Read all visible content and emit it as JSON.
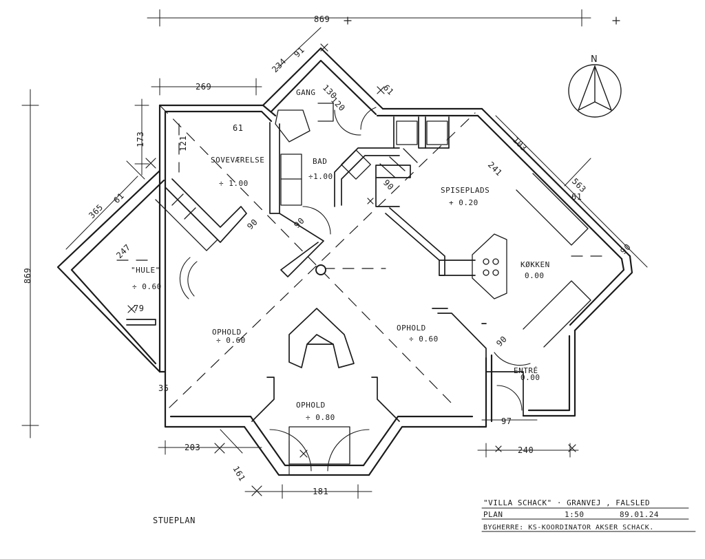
{
  "dimensions": {
    "top_width": "869",
    "left_height": "869",
    "d269": "269",
    "d173": "173",
    "d121": "121",
    "d61_bed": "61",
    "d234": "234",
    "d91": "91",
    "d130": "130",
    "d120": "120",
    "d61_gang": "61",
    "d103": "103",
    "d241": "241",
    "d563": "563",
    "d61_kitchen": "61",
    "d90_kitchen": "90",
    "d365": "365",
    "d61_hule": "61",
    "d247": "247",
    "d79": "79",
    "d35": "35",
    "d203": "203",
    "d161": "161",
    "d181": "181",
    "d97": "97",
    "d240": "240",
    "d90_door1": "90",
    "d90_door2": "90",
    "d90_door3": "90",
    "d90_stair": "90"
  },
  "rooms": {
    "gang": "GANG",
    "sovevaerelse": "SOVEVÆRELSE",
    "sove_level": "÷ 1.00",
    "bad": "BAD",
    "bad_level": "÷1.00",
    "spiseplads": "SPISEPLADS",
    "spise_level": "+ 0.20",
    "kokken": "KØKKEN",
    "kokken_level": "0.00",
    "hule": "\"HULE\"",
    "hule_level": "÷ 0.60",
    "ophold_left": "OPHOLD",
    "ophold_left_level": "÷ 0.60",
    "ophold_right": "OPHOLD",
    "ophold_right_level": "÷ 0.60",
    "ophold_bottom": "OPHOLD",
    "ophold_bottom_level": "÷ 0.80",
    "entre": "ENTRÉ",
    "entre_level": "0.00"
  },
  "compass": {
    "label": "N"
  },
  "caption": {
    "plan_name": "STUEPLAN",
    "line1": "\"VILLA SCHACK\" · GRANVEJ , FALSLED",
    "line2_label": "PLAN",
    "line2_scale": "1:50",
    "line2_date": "89.01.24",
    "line3": "BYGHERRE: KS-KOORDINATOR AKSER SCHACK."
  },
  "colors": {
    "ink": "#1b1b1b",
    "paper": "#ffffff"
  }
}
